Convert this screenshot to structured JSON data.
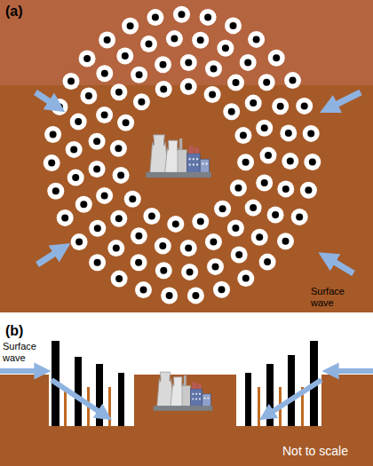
{
  "diagram": {
    "labels": [
      "(a)",
      "Surface wave",
      "(b)",
      "Surface wave",
      "Not to scale"
    ]
  }
}
